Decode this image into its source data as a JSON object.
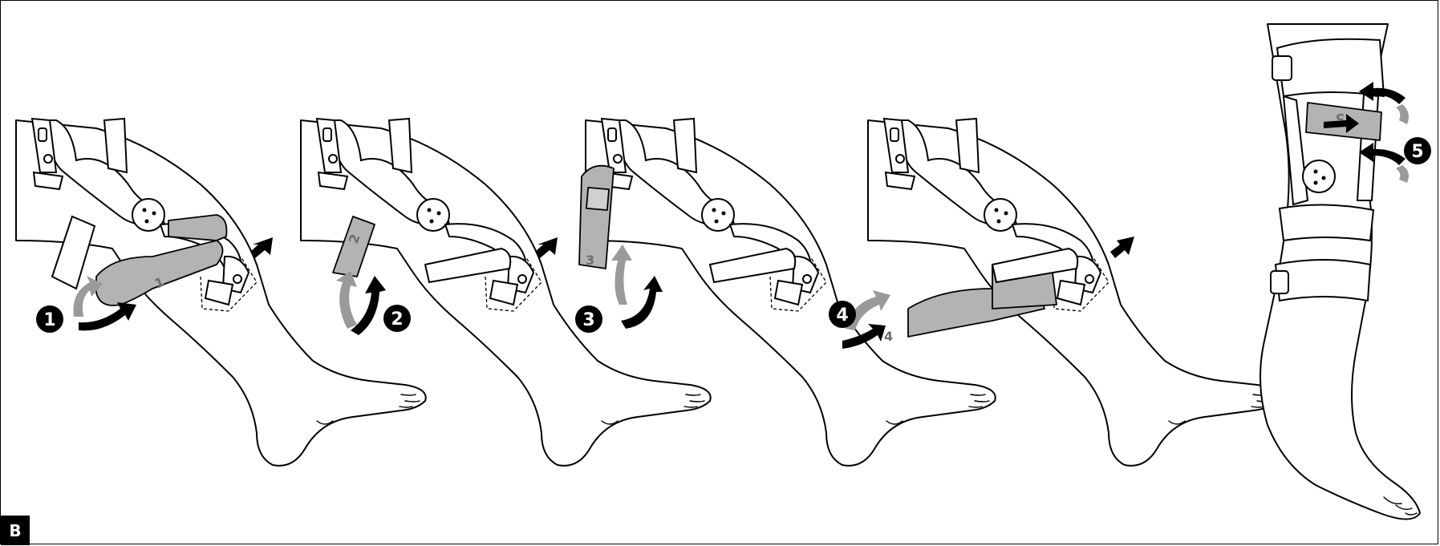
{
  "panel": {
    "label": "B"
  },
  "steps": [
    {
      "number": "1"
    },
    {
      "number": "2"
    },
    {
      "number": "3"
    },
    {
      "number": "4"
    },
    {
      "number": "5"
    }
  ],
  "strap_labels": [
    "1",
    "2",
    "3",
    "4",
    "5"
  ],
  "colors": {
    "strap_grey": "#b3b3b3",
    "arrow_black": "#000000",
    "arrow_grey": "#9a9a9a",
    "outline": "#000000",
    "background": "#ffffff"
  }
}
